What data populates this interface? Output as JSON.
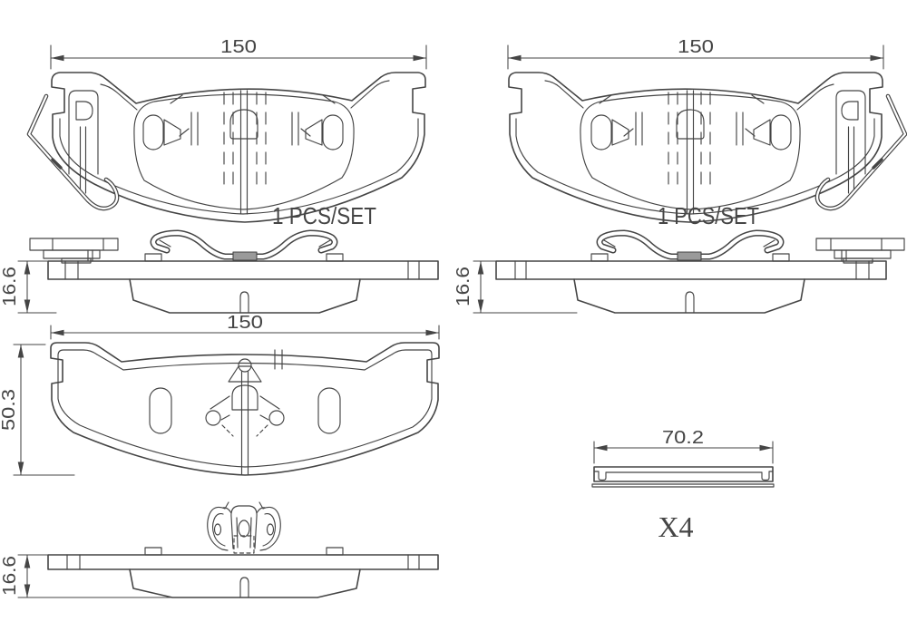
{
  "diagram": {
    "background": "#ffffff",
    "line_color": "#454545",
    "tab_fill": "#9a9a9a",
    "views": {
      "top_left_pad_front": {
        "width_dim": "150",
        "set_label": "1 PCS/SET"
      },
      "top_left_pad_side": {
        "thickness_dim": "16.6"
      },
      "top_right_pad_front": {
        "width_dim": "150",
        "set_label": "1 PCS/SET"
      },
      "top_right_pad_side": {
        "thickness_dim": "16.6"
      },
      "bottom_pad_back": {
        "width_dim": "150",
        "height_dim": "50.3"
      },
      "bottom_pad_side": {
        "thickness_dim": "16.6"
      },
      "shim": {
        "width_dim": "70.2",
        "quantity_label": "X4"
      }
    }
  }
}
